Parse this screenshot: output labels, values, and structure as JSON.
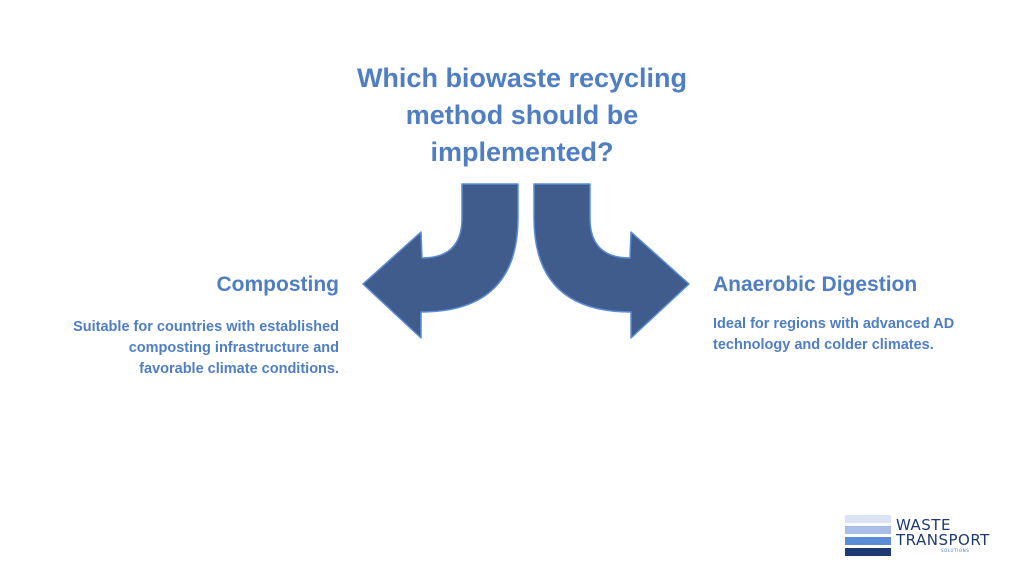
{
  "question": "Which biowaste recycling\nmethod should be\nimplemented?",
  "options": [
    {
      "heading": "Composting",
      "description": "Suitable for countries with established\ncomposting infrastructure and\nfavorable climate conditions."
    },
    {
      "heading": "Anaerobic Digestion",
      "description": "Ideal for regions with advanced AD\ntechnology and colder climates."
    }
  ],
  "logo": {
    "line1": "WASTE",
    "line2": "TRANSPORT",
    "sub": "SOLUTIONS"
  },
  "colors": {
    "text": "#4f7ec3",
    "arrow_fill": "#3f5c8c",
    "arrow_stroke": "#5b8cd6",
    "logo_dark": "#1e3a72"
  }
}
